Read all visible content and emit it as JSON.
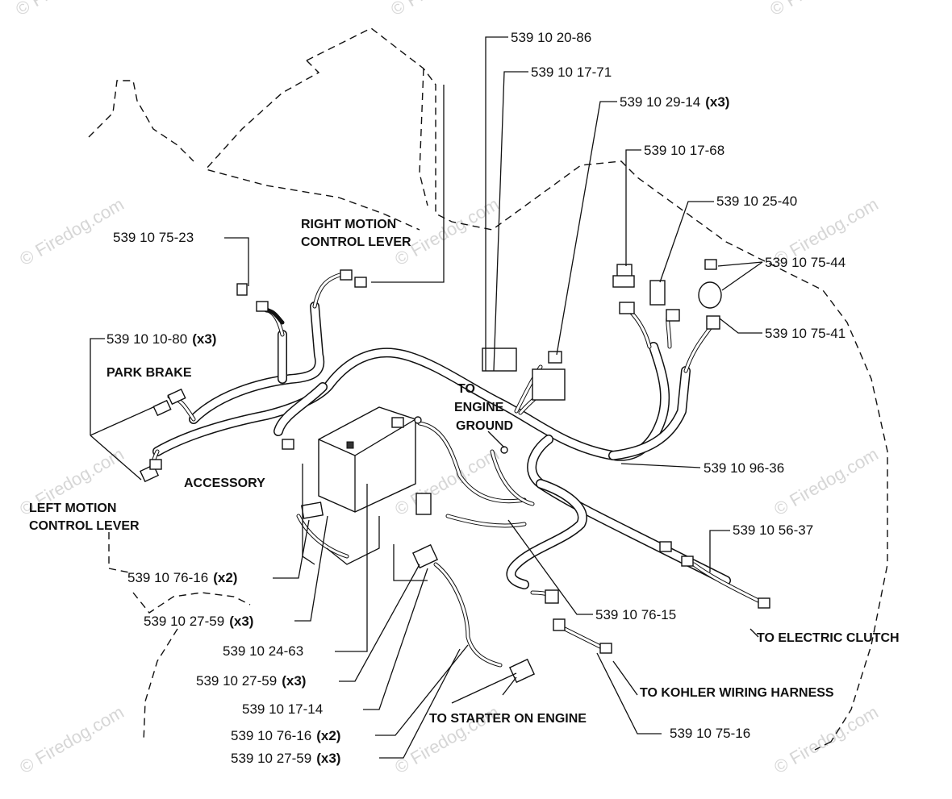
{
  "watermark": "© Firedog.com",
  "parts": [
    {
      "id": "p1",
      "number": "539 10 20-86",
      "qty": ""
    },
    {
      "id": "p2",
      "number": "539 10 17-71",
      "qty": ""
    },
    {
      "id": "p3",
      "number": "539 10 29-14",
      "qty": "(x3)"
    },
    {
      "id": "p4",
      "number": "539 10 17-68",
      "qty": ""
    },
    {
      "id": "p5",
      "number": "539 10 25-40",
      "qty": ""
    },
    {
      "id": "p6",
      "number": "539 10 75-23",
      "qty": ""
    },
    {
      "id": "p7",
      "number": "539 10 75-44",
      "qty": ""
    },
    {
      "id": "p8",
      "number": "539 10 75-41",
      "qty": ""
    },
    {
      "id": "p9",
      "number": "539 10 10-80",
      "qty": "(x3)"
    },
    {
      "id": "p10",
      "number": "539 10 96-36",
      "qty": ""
    },
    {
      "id": "p11",
      "number": "539 10 56-37",
      "qty": ""
    },
    {
      "id": "p12",
      "number": "539 10 76-16",
      "qty": "(x2)"
    },
    {
      "id": "p13",
      "number": "539 10 76-15",
      "qty": ""
    },
    {
      "id": "p14",
      "number": "539 10 27-59",
      "qty": "(x3)"
    },
    {
      "id": "p15",
      "number": "539 10 24-63",
      "qty": ""
    },
    {
      "id": "p16",
      "number": "539 10 27-59",
      "qty": "(x3)"
    },
    {
      "id": "p17",
      "number": "539 10 17-14",
      "qty": ""
    },
    {
      "id": "p18",
      "number": "539 10 76-16",
      "qty": "(x2)"
    },
    {
      "id": "p19",
      "number": "539 10 75-16",
      "qty": ""
    },
    {
      "id": "p20",
      "number": "539 10 27-59",
      "qty": "(x3)"
    }
  ],
  "labels": {
    "right_motion_1": "RIGHT MOTION",
    "right_motion_2": "CONTROL LEVER",
    "park_brake": "PARK BRAKE",
    "accessory": "ACCESSORY",
    "left_motion_1": "LEFT MOTION",
    "left_motion_2": "CONTROL LEVER",
    "engine_ground_1": "TO",
    "engine_ground_2": "ENGINE",
    "engine_ground_3": "GROUND",
    "electric_clutch": "TO ELECTRIC CLUTCH",
    "kohler": "TO KOHLER WIRING HARNESS",
    "starter": "TO STARTER ON ENGINE"
  }
}
